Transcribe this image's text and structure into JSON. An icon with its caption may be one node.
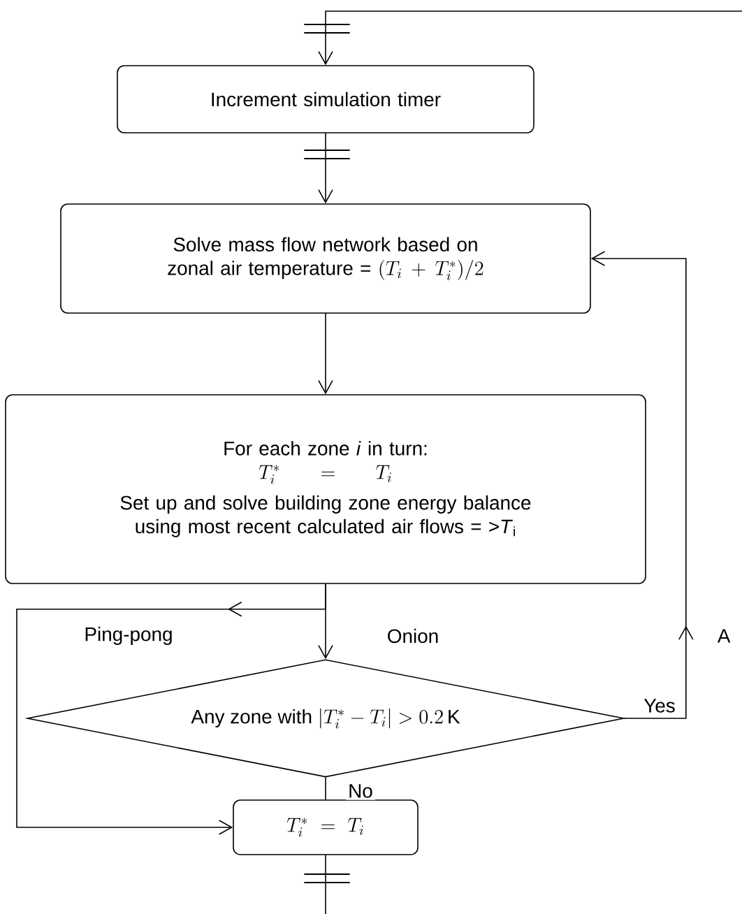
{
  "diagram": {
    "nodes": [
      {
        "text": [
          "Increment simulation timer"
        ]
      },
      {
        "text": [
          "Solve mass flow network based on zonal air temperature =",
          "(T_i + T_i^{*})/2"
        ]
      },
      {
        "text": [
          "For each zone *i* in turn:",
          "T_i^{*} = T_i",
          "Set up and solve building zone energy balance using most recent calculated air flows = >*T*$_{i}$"
        ]
      },
      {
        "text": [
          "Any zone with",
          "|T_i^{*} - T_i| > 0.2\\,\\mathrm{K}"
        ]
      },
      {
        "text": [
          "T_i^{*} = T_i"
        ]
      }
    ],
    "edges": [
      {
        "from": null,
        "to": 0,
        "arrow": "to"
      },
      {
        "from": 0,
        "to": 1,
        "arrow": "to"
      },
      {
        "from": 1,
        "to": 2,
        "arrow": "to"
      },
      {
        "from": 2,
        "to": 3,
        "arrow": "to",
        "label": "Onion"
      },
      {
        "from": 2,
        "to": 4,
        "arrow": "to",
        "label": "Ping-pong"
      },
      {
        "from": 3,
        "to": 1,
        "arrow": "to",
        "label": "Yes"
      },
      {
        "from": 3,
        "to": 4,
        "arrow": "none",
        "label": "No"
      },
      {
        "from": 4,
        "to": null,
        "arrow": "none"
      }
    ],
    "labels": [
      "A"
    ]
  }
}
